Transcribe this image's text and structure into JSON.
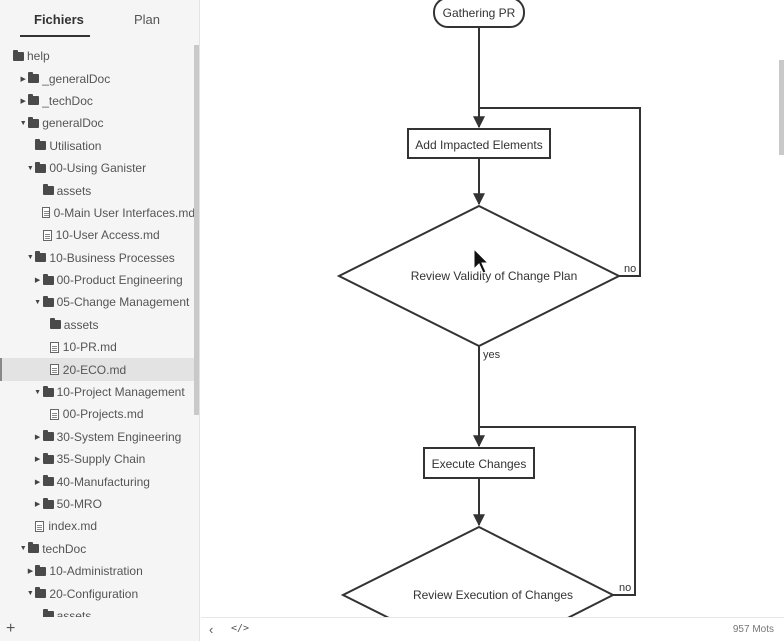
{
  "sidebar": {
    "tabs": [
      {
        "label": "Fichiers"
      },
      {
        "label": "Plan"
      }
    ],
    "add_label": "+",
    "tree": [
      {
        "label": "help",
        "type": "folder",
        "depth": 0,
        "arrow": ""
      },
      {
        "label": "_generalDoc",
        "type": "folder",
        "depth": 1,
        "arrow": "right"
      },
      {
        "label": "_techDoc",
        "type": "folder",
        "depth": 1,
        "arrow": "right"
      },
      {
        "label": "generalDoc",
        "type": "folder",
        "depth": 1,
        "arrow": "down"
      },
      {
        "label": "Utilisation",
        "type": "folder",
        "depth": 2,
        "arrow": ""
      },
      {
        "label": "00-Using Ganister",
        "type": "folder",
        "depth": 2,
        "arrow": "down"
      },
      {
        "label": "assets",
        "type": "folder",
        "depth": 3,
        "arrow": ""
      },
      {
        "label": "0-Main User Interfaces.md",
        "type": "file",
        "depth": 3,
        "arrow": ""
      },
      {
        "label": "10-User Access.md",
        "type": "file",
        "depth": 3,
        "arrow": ""
      },
      {
        "label": "10-Business Processes",
        "type": "folder",
        "depth": 2,
        "arrow": "down"
      },
      {
        "label": "00-Product Engineering",
        "type": "folder",
        "depth": 3,
        "arrow": "right"
      },
      {
        "label": "05-Change Management",
        "type": "folder",
        "depth": 3,
        "arrow": "down"
      },
      {
        "label": "assets",
        "type": "folder",
        "depth": 4,
        "arrow": ""
      },
      {
        "label": "10-PR.md",
        "type": "file",
        "depth": 4,
        "arrow": ""
      },
      {
        "label": "20-ECO.md",
        "type": "file",
        "depth": 4,
        "arrow": "",
        "selected": true
      },
      {
        "label": "10-Project Management",
        "type": "folder",
        "depth": 3,
        "arrow": "down"
      },
      {
        "label": "00-Projects.md",
        "type": "file",
        "depth": 4,
        "arrow": ""
      },
      {
        "label": "30-System Engineering",
        "type": "folder",
        "depth": 3,
        "arrow": "right"
      },
      {
        "label": "35-Supply Chain",
        "type": "folder",
        "depth": 3,
        "arrow": "right"
      },
      {
        "label": "40-Manufacturing",
        "type": "folder",
        "depth": 3,
        "arrow": "right"
      },
      {
        "label": "50-MRO",
        "type": "folder",
        "depth": 3,
        "arrow": "right"
      },
      {
        "label": "index.md",
        "type": "file",
        "depth": 2,
        "arrow": ""
      },
      {
        "label": "techDoc",
        "type": "folder",
        "depth": 1,
        "arrow": "down"
      },
      {
        "label": "10-Administration",
        "type": "folder",
        "depth": 2,
        "arrow": "right"
      },
      {
        "label": "20-Configuration",
        "type": "folder",
        "depth": 2,
        "arrow": "down"
      },
      {
        "label": "assets",
        "type": "folder",
        "depth": 3,
        "arrow": ""
      }
    ]
  },
  "diagram": {
    "nodes": {
      "gathering_pr": "Gathering PR",
      "add_impacted": "Add Impacted Elements",
      "review_validity": "Review Validity of Change Plan",
      "execute_changes": "Execute Changes",
      "review_execution": "Review Execution of Changes"
    },
    "edge_labels": {
      "validity_no": "no",
      "validity_yes": "yes",
      "execution_no": "no"
    }
  },
  "footer": {
    "back_icon": "chevron-left-icon",
    "source_icon": "code-icon",
    "source_label": "</>",
    "word_count": "957 Mots"
  },
  "colors": {
    "sidebar_bg": "#f5f5f5",
    "selected_bg": "#e3e3e3",
    "diagram_stroke": "#333333"
  }
}
